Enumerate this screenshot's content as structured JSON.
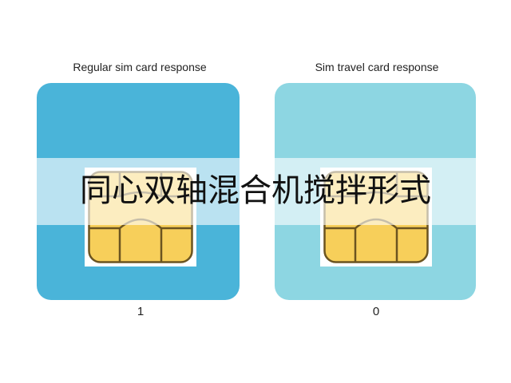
{
  "panels": [
    {
      "title": "Regular sim card response",
      "value": "1",
      "card_color": "#4ab4d9"
    },
    {
      "title": "Sim travel card response",
      "value": "0",
      "card_color": "#8dd6e2"
    }
  ],
  "overlay_text": "同心双轴混合机搅拌形式",
  "chip_color": "#f7cf5a",
  "chip_outline_color": "#6b5420"
}
